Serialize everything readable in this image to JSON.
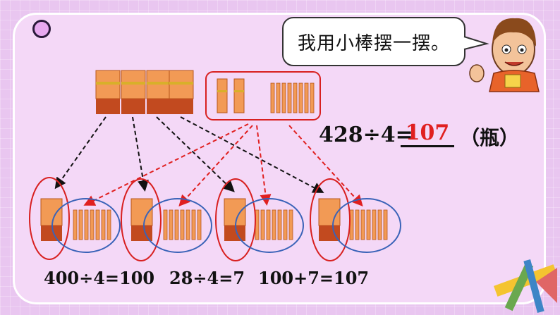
{
  "speech": "我用小棒摆一摆。",
  "equation": {
    "expression": "428÷4=",
    "answer": "107",
    "unit": "（瓶）"
  },
  "calculations": [
    "400÷4=100",
    "28÷4=7",
    "100+7=107"
  ],
  "colors": {
    "answer": "#e02020",
    "red_arrow": "#e02020",
    "black_arrow": "#111111",
    "circle_blue": "#3a63b8",
    "circle_red": "#d82020",
    "stick": "#f08a3c"
  }
}
